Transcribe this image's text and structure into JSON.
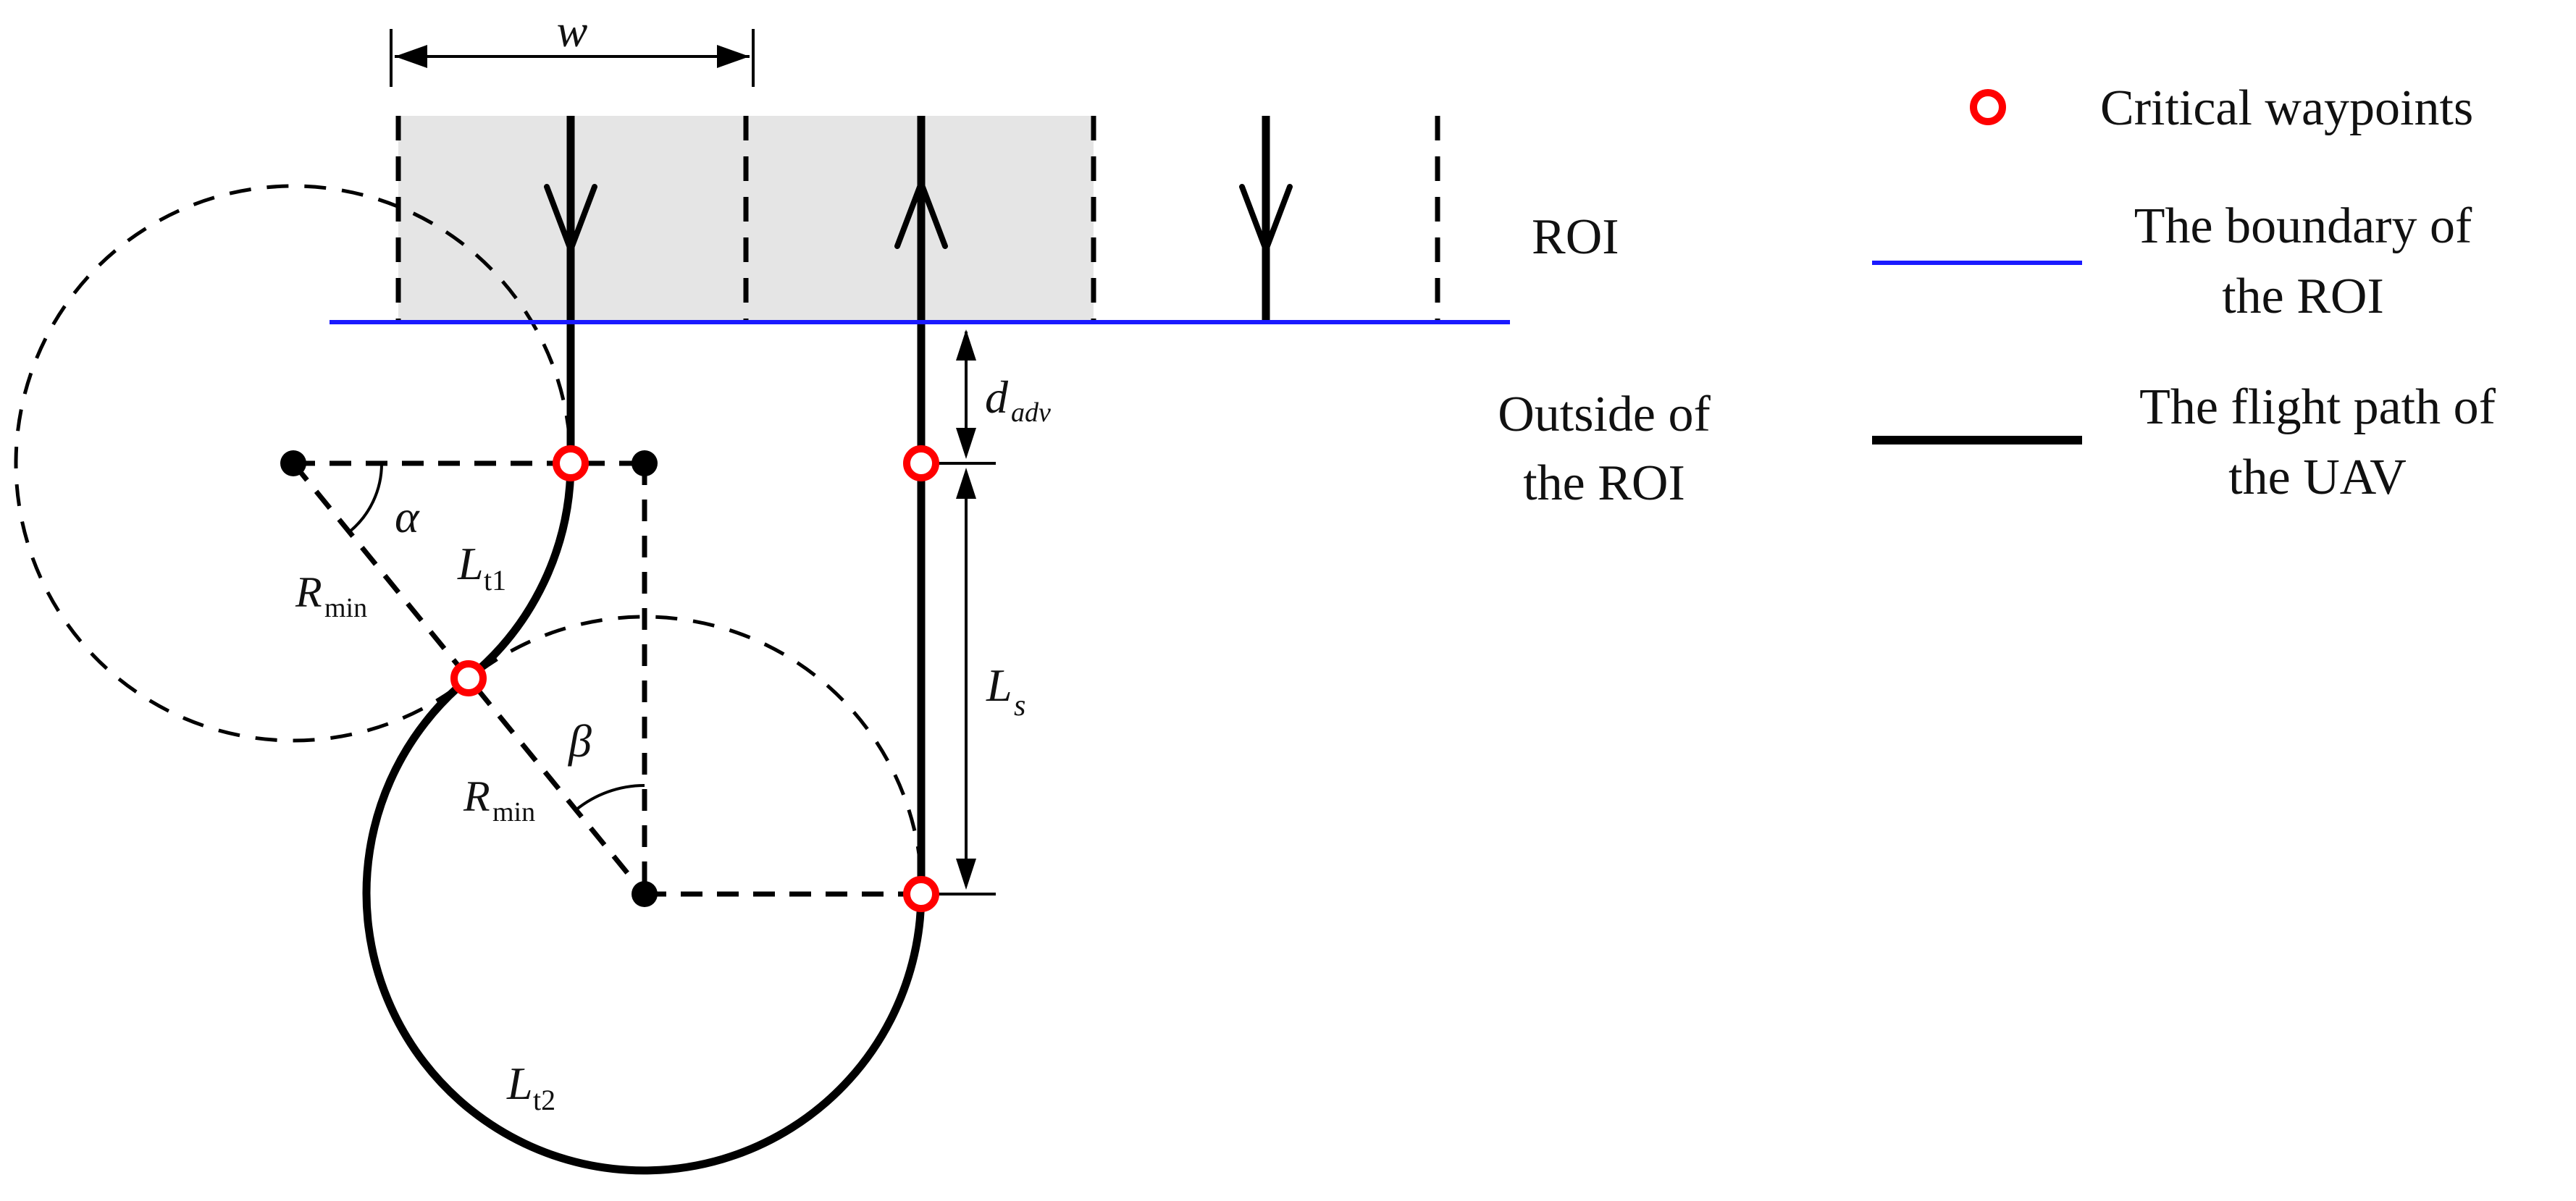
{
  "labels": {
    "width_symbol": "w",
    "roi": "ROI",
    "outside_line1": "Outside of",
    "outside_line2": "the ROI",
    "alpha": "α",
    "beta": "β",
    "r_min_main": "R",
    "r_min_sub": "min",
    "lt1_main": "L",
    "lt1_sub": "t1",
    "lt2_main": "L",
    "lt2_sub": "t2",
    "ls_main": "L",
    "ls_sub": "s",
    "dadv_main": "d",
    "dadv_sub": "adv"
  },
  "legend": {
    "critical_waypoints": "Critical waypoints",
    "boundary_line1": "The boundary of",
    "boundary_line2": "the ROI",
    "flight_path_line1": "The flight path of",
    "flight_path_line2": "the UAV"
  },
  "colors": {
    "waypoint": "#ff0000",
    "boundary": "#1a1aff",
    "path": "#000000",
    "roi_fill": "#e5e5e5"
  }
}
